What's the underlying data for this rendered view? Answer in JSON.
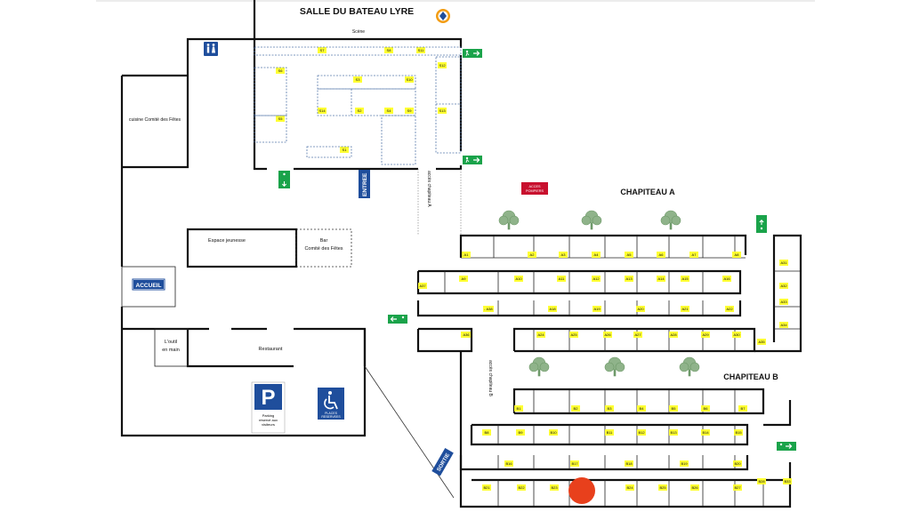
{
  "title": "SALLE DU BATEAU LYRE",
  "areas": {
    "scene": "Scène",
    "cuisine": "cuisine Comité des Fêtes",
    "espace_jeunesse": "Espace jeunesse",
    "bar_line1": "Bar",
    "bar_line2": "Comité des Fêtes",
    "accueil": "ACCUEIL",
    "outil_line1": "L'outil",
    "outil_line2": "en main",
    "restaurant": "Restaurant",
    "entree": "ENTREE",
    "sortie": "SORTIE",
    "acces_pompiers_line1": "ACCES",
    "acces_pompiers_line2": "POMPIERS",
    "acces_chapiteau_a": "accès chapiteau A",
    "acces_chapiteau_b": "accès chapiteau B",
    "chapiteau_a": "CHAPITEAU A",
    "chapiteau_b": "CHAPITEAU B",
    "parking_line1": "Parking",
    "parking_line2": "réservé aux",
    "parking_line3": "visiteurs",
    "handicap_line1": "PLACES",
    "handicap_line2": "RESERVEES"
  },
  "stands_salle": [
    "S1",
    "S2",
    "S3",
    "S4",
    "S5",
    "S6",
    "S7",
    "S8",
    "S9",
    "S10",
    "S11",
    "S12",
    "S13",
    "S14"
  ],
  "stands_a": [
    "A1",
    "A2",
    "A3",
    "A4",
    "A5",
    "A6",
    "A7",
    "A8",
    "A9",
    "A10",
    "A11",
    "A12",
    "A13",
    "A14",
    "A15",
    "A16",
    "A17",
    "A18",
    "A19",
    "A20",
    "A21",
    "A22",
    "A23",
    "A24",
    "A25",
    "A26",
    "A27",
    "A28",
    "A29",
    "A30",
    "A31",
    "A32",
    "A33",
    "A34",
    "A35",
    "A36",
    "A37",
    "A38"
  ],
  "stands_b": [
    "B1",
    "B2",
    "B3",
    "B4",
    "B5",
    "B6",
    "B7",
    "B8",
    "B9",
    "B10",
    "B11",
    "B12",
    "B13",
    "B14",
    "B15",
    "B16",
    "B17",
    "B18",
    "B19",
    "B20",
    "B21",
    "B22",
    "B23",
    "B24",
    "B25",
    "B26",
    "B27",
    "B28",
    "B29",
    "B30",
    "B31",
    "B32",
    "B33"
  ],
  "colors": {
    "stand": "#ffff33",
    "exit_sign": "#1aa34a",
    "pompiers": "#c8102e",
    "entree": "#1f4e9c",
    "parking": "#1f4e9c",
    "marker": "#e8401c",
    "tree": "#8fb38a"
  }
}
